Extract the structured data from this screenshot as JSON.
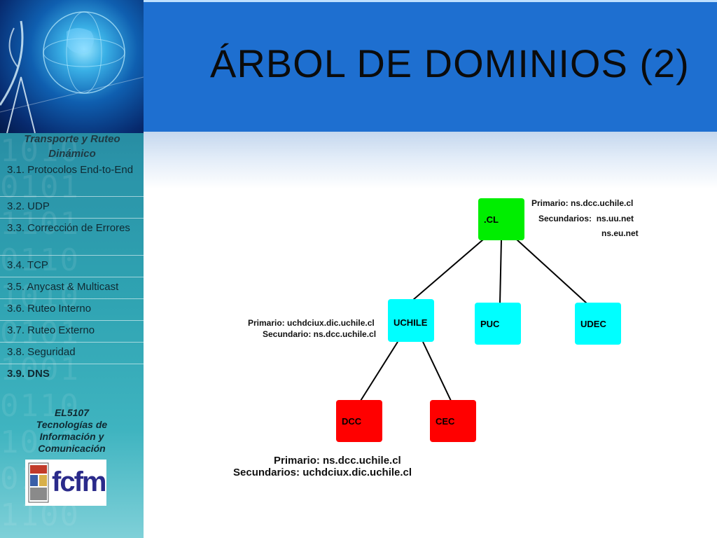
{
  "slide": {
    "title": "ÁRBOL DE DOMINIOS (2)"
  },
  "sidebar": {
    "section_title": "Transporte y Ruteo Dinámico",
    "items": [
      {
        "label": "3.1.  Protocolos End-to-End",
        "active": false
      },
      {
        "label": "3.2. UDP",
        "active": false
      },
      {
        "label": "3.3. Corrección de Errores",
        "active": false
      },
      {
        "label": "3.4.  TCP",
        "active": false
      },
      {
        "label": "3.5.  Anycast & Multicast",
        "active": false
      },
      {
        "label": "3.6. Ruteo Interno",
        "active": false
      },
      {
        "label": "3.7. Ruteo Externo",
        "active": false
      },
      {
        "label": "3.8. Seguridad",
        "active": false
      },
      {
        "label": "3.9. DNS",
        "active": true
      }
    ],
    "course_code": "EL5107",
    "course_name": "Tecnologías de Información  y Comunicación",
    "logo_text": "fcfm"
  },
  "diagram": {
    "nodes": {
      "cl": ".CL",
      "uchile": "UCHILE",
      "puc": "PUC",
      "udec": "UDEC",
      "dcc": "DCC",
      "cec": "CEC"
    },
    "cl_labels": {
      "primary": "Primario: ns.dcc.uchile.cl",
      "secondary_1": "Secundarios:  ns.uu.net",
      "secondary_2": "ns.eu.net"
    },
    "uchile_labels": {
      "primary": "Primario: uchdciux.dic.uchile.cl",
      "secondary": "Secundario: ns.dcc.uchile.cl"
    },
    "dcc_labels": {
      "primary": "Primario: ns.dcc.uchile.cl",
      "secondary": "Secundarios: uchdciux.dic.uchile.cl"
    }
  },
  "colors": {
    "header_blue": "#1e6fd0",
    "node_green": "#00ee00",
    "node_cyan": "#00ffff",
    "node_red": "#ff0000"
  }
}
